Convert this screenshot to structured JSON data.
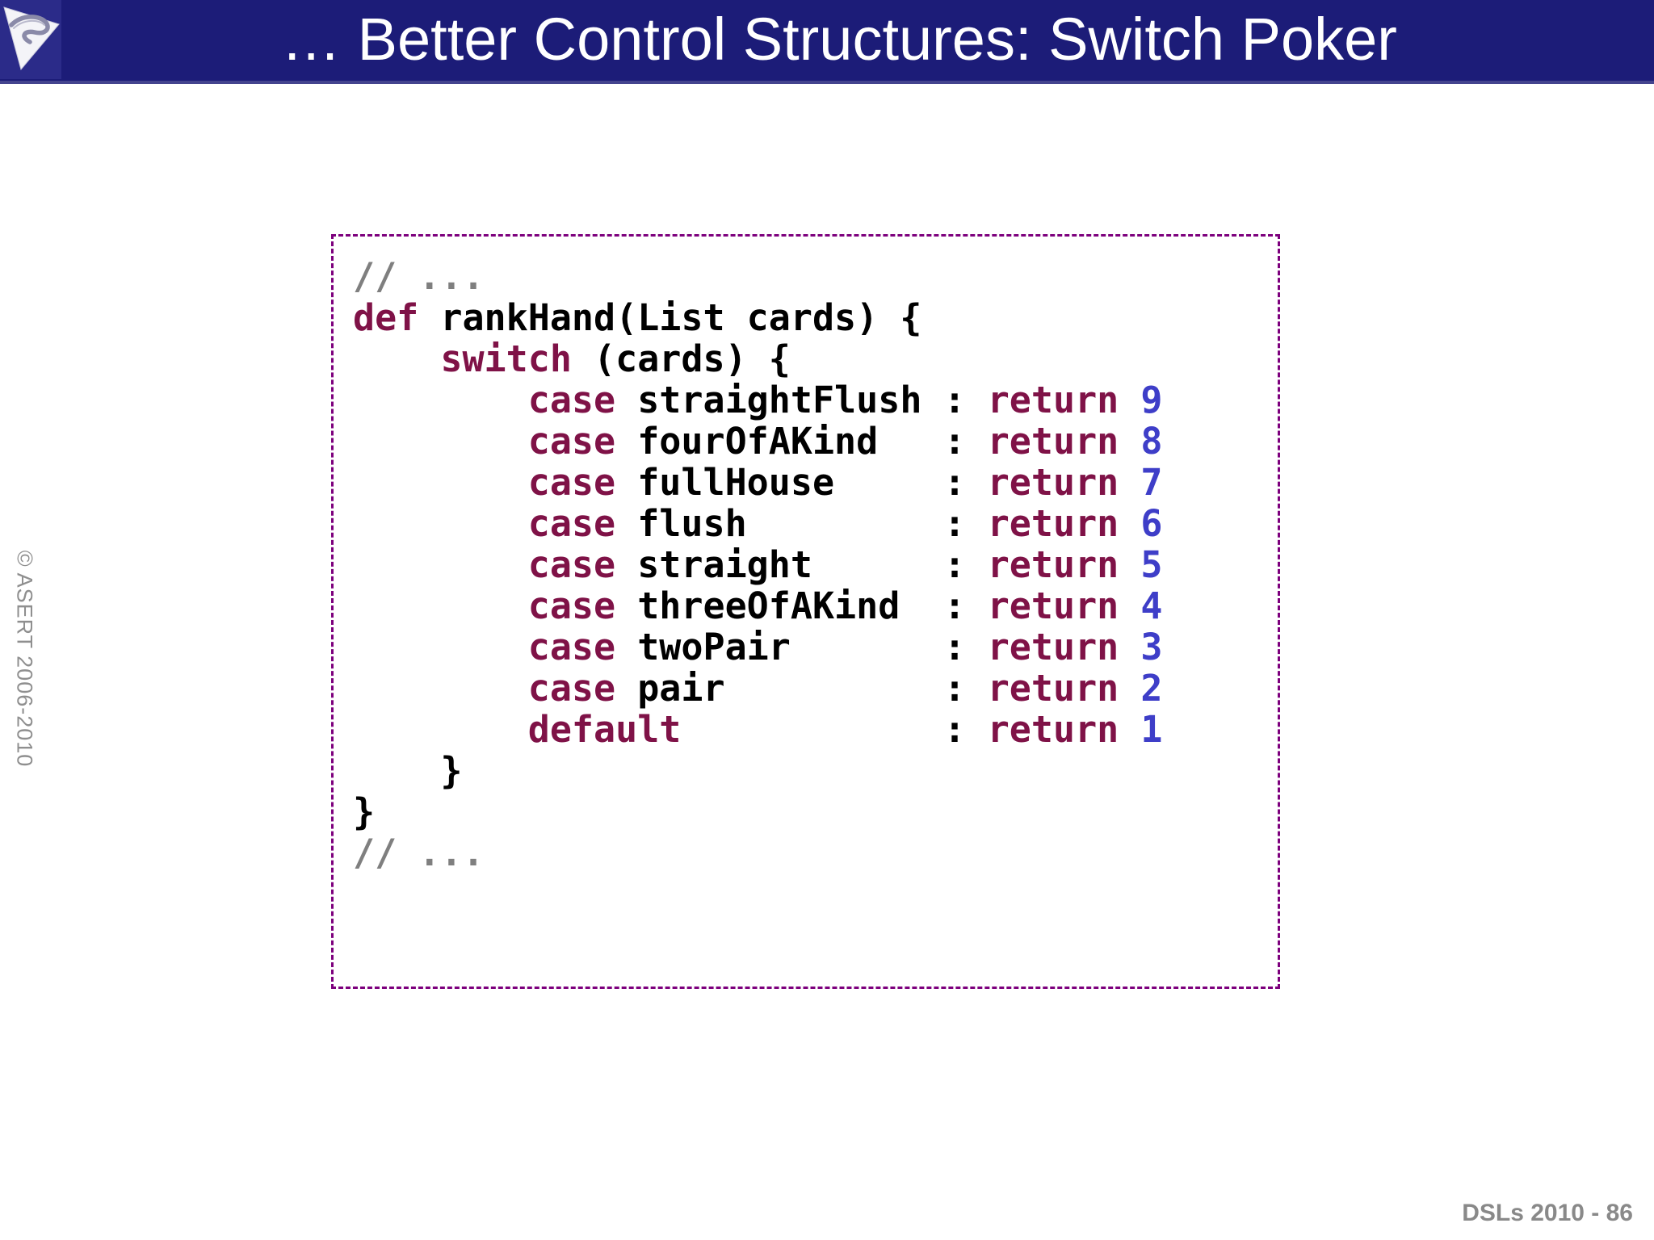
{
  "header": {
    "title": "… Better Control Structures: Switch Poker",
    "logo_icon": "asert-triangle-s-logo"
  },
  "sidebar": {
    "copyright": "© ASERT 2006-2010"
  },
  "footer": {
    "page_label": "DSLs 2010 - 86"
  },
  "colors": {
    "header_bg": "#1c1c78",
    "logo_bg": "#2b2b89",
    "title_text": "#ffffff",
    "code_box_border": "#7d007d",
    "keyword": "#7f1247",
    "number": "#3e3ec8",
    "comment": "#7f7f7f",
    "code_text": "#000000",
    "footer_text": "#898989",
    "copyright_text": "#8f8f8f"
  },
  "code": {
    "language": "groovy",
    "lines": [
      [
        {
          "t": "// ...",
          "c": "com"
        }
      ],
      [
        {
          "t": "def",
          "c": "kw"
        },
        {
          "t": " rankHand(List cards) {",
          "c": "pl"
        }
      ],
      [
        {
          "t": "    ",
          "c": "pl"
        },
        {
          "t": "switch",
          "c": "kw"
        },
        {
          "t": " (cards) {",
          "c": "pl"
        }
      ],
      [
        {
          "t": "        ",
          "c": "pl"
        },
        {
          "t": "case",
          "c": "kw"
        },
        {
          "t": " straightFlush : ",
          "c": "pl"
        },
        {
          "t": "return",
          "c": "kw"
        },
        {
          "t": " ",
          "c": "pl"
        },
        {
          "t": "9",
          "c": "num"
        }
      ],
      [
        {
          "t": "        ",
          "c": "pl"
        },
        {
          "t": "case",
          "c": "kw"
        },
        {
          "t": " fourOfAKind   : ",
          "c": "pl"
        },
        {
          "t": "return",
          "c": "kw"
        },
        {
          "t": " ",
          "c": "pl"
        },
        {
          "t": "8",
          "c": "num"
        }
      ],
      [
        {
          "t": "        ",
          "c": "pl"
        },
        {
          "t": "case",
          "c": "kw"
        },
        {
          "t": " fullHouse     : ",
          "c": "pl"
        },
        {
          "t": "return",
          "c": "kw"
        },
        {
          "t": " ",
          "c": "pl"
        },
        {
          "t": "7",
          "c": "num"
        }
      ],
      [
        {
          "t": "        ",
          "c": "pl"
        },
        {
          "t": "case",
          "c": "kw"
        },
        {
          "t": " flush         : ",
          "c": "pl"
        },
        {
          "t": "return",
          "c": "kw"
        },
        {
          "t": " ",
          "c": "pl"
        },
        {
          "t": "6",
          "c": "num"
        }
      ],
      [
        {
          "t": "        ",
          "c": "pl"
        },
        {
          "t": "case",
          "c": "kw"
        },
        {
          "t": " straight      : ",
          "c": "pl"
        },
        {
          "t": "return",
          "c": "kw"
        },
        {
          "t": " ",
          "c": "pl"
        },
        {
          "t": "5",
          "c": "num"
        }
      ],
      [
        {
          "t": "        ",
          "c": "pl"
        },
        {
          "t": "case",
          "c": "kw"
        },
        {
          "t": " threeOfAKind  : ",
          "c": "pl"
        },
        {
          "t": "return",
          "c": "kw"
        },
        {
          "t": " ",
          "c": "pl"
        },
        {
          "t": "4",
          "c": "num"
        }
      ],
      [
        {
          "t": "        ",
          "c": "pl"
        },
        {
          "t": "case",
          "c": "kw"
        },
        {
          "t": " twoPair       : ",
          "c": "pl"
        },
        {
          "t": "return",
          "c": "kw"
        },
        {
          "t": " ",
          "c": "pl"
        },
        {
          "t": "3",
          "c": "num"
        }
      ],
      [
        {
          "t": "        ",
          "c": "pl"
        },
        {
          "t": "case",
          "c": "kw"
        },
        {
          "t": " pair          : ",
          "c": "pl"
        },
        {
          "t": "return",
          "c": "kw"
        },
        {
          "t": " ",
          "c": "pl"
        },
        {
          "t": "2",
          "c": "num"
        }
      ],
      [
        {
          "t": "        ",
          "c": "pl"
        },
        {
          "t": "default",
          "c": "kw"
        },
        {
          "t": "            : ",
          "c": "pl"
        },
        {
          "t": "return",
          "c": "kw"
        },
        {
          "t": " ",
          "c": "pl"
        },
        {
          "t": "1",
          "c": "num"
        }
      ],
      [
        {
          "t": "    }",
          "c": "pl"
        }
      ],
      [
        {
          "t": "}",
          "c": "pl"
        }
      ],
      [
        {
          "t": "// ...",
          "c": "com"
        }
      ]
    ]
  }
}
